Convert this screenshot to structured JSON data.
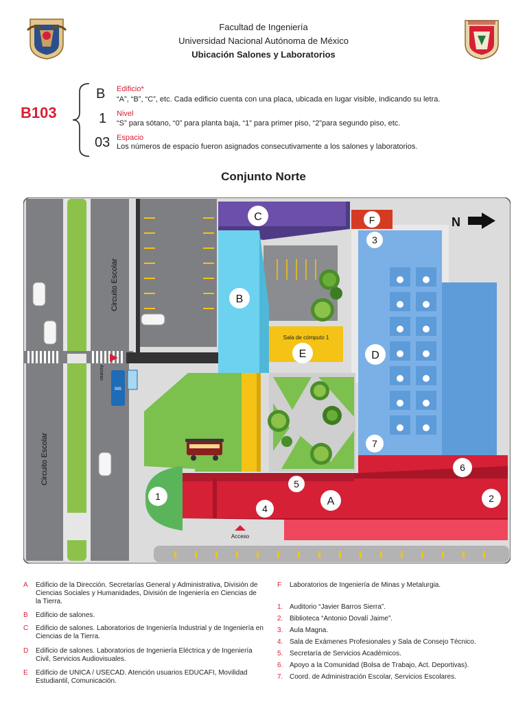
{
  "header": {
    "line1": "Facultad de Ingeniería",
    "line2": "Universidad Nacional Autónoma de México",
    "line3": "Ubicación Salones y Laboratorios"
  },
  "key": {
    "code": "B103",
    "items": [
      {
        "symbol": "B",
        "title": "Edificio*",
        "desc": "“A”, “B”, “C”, etc. Cada edificio cuenta con una placa, ubicada en lugar visible, indicando su letra."
      },
      {
        "symbol": "1",
        "title": "Nivel",
        "desc": "“S” para sótano, “0” para planta baja, “1” para primer piso, “2”para segundo piso, etc."
      },
      {
        "symbol": "03",
        "title": "Espacio",
        "desc": "Los números de espacio fueron asignados consecutivamente a los salones y laboratorios."
      }
    ]
  },
  "map": {
    "title": "Conjunto Norte",
    "north_label": "N",
    "road_label_left": "Circuito Escolar",
    "road_label_inner": "Circuito Escolar",
    "access_label_side": "Acceso",
    "access_label_bottom": "Acceso",
    "bus_number": "985",
    "sala_label": "Sala de cómputo 1",
    "buildings": [
      "A",
      "B",
      "C",
      "D",
      "E",
      "F"
    ],
    "numbers": [
      "1",
      "2",
      "3",
      "4",
      "5",
      "6",
      "7"
    ]
  },
  "legend": {
    "letters": [
      {
        "key": "A",
        "text": "Edificio de la Dirección. Secretarías General y Administrativa, División de Ciencias Sociales y Humanidades, División de Ingeniería en Ciencias de la Tierra."
      },
      {
        "key": "B",
        "text": "Edificio de salones."
      },
      {
        "key": "C",
        "text": "Edificio de salones. Laboratorios de Ingeniería Industrial y de Ingeniería en Ciencias de la Tierra."
      },
      {
        "key": "D",
        "text": "Edificio de salones. Laboratorios de Ingeniería Eléctrica y de Ingeniería Civil, Servicios Audiovisuales."
      },
      {
        "key": "E",
        "text": "Edificio de UNICA / USECAD. Atención usuarios EDUCAFI, Movilidad Estudiantil, Comunicación."
      },
      {
        "key": "F",
        "text": "Laboratorios de Ingeniería de Minas y Metalurgia."
      }
    ],
    "numbers": [
      {
        "key": "1.",
        "text": "Auditorio “Javier Barros Sierra”."
      },
      {
        "key": "2.",
        "text": "Biblioteca “Antonio Dovalí Jaime”."
      },
      {
        "key": "3.",
        "text": "Aula Magna."
      },
      {
        "key": "4.",
        "text": "Sala de Exámenes Profesionales y Sala de Consejo Técnico."
      },
      {
        "key": "5.",
        "text": "Secretaría de Servicios Académicos."
      },
      {
        "key": "6.",
        "text": "Apoyo a la Comunidad (Bolsa de Trabajo, Act. Deportivas)."
      },
      {
        "key": "7.",
        "text": "Coord. de Administración Escolar, Servicios Escolares."
      }
    ]
  },
  "colors": {
    "red": "#d62036",
    "blue": "#7ab0e6",
    "cyan": "#6dd2ef",
    "purple": "#6b4fa8",
    "yellow": "#f4c316",
    "green": "#7cc04e",
    "road": "#7d7f82",
    "pavement": "#d9d9d9"
  }
}
